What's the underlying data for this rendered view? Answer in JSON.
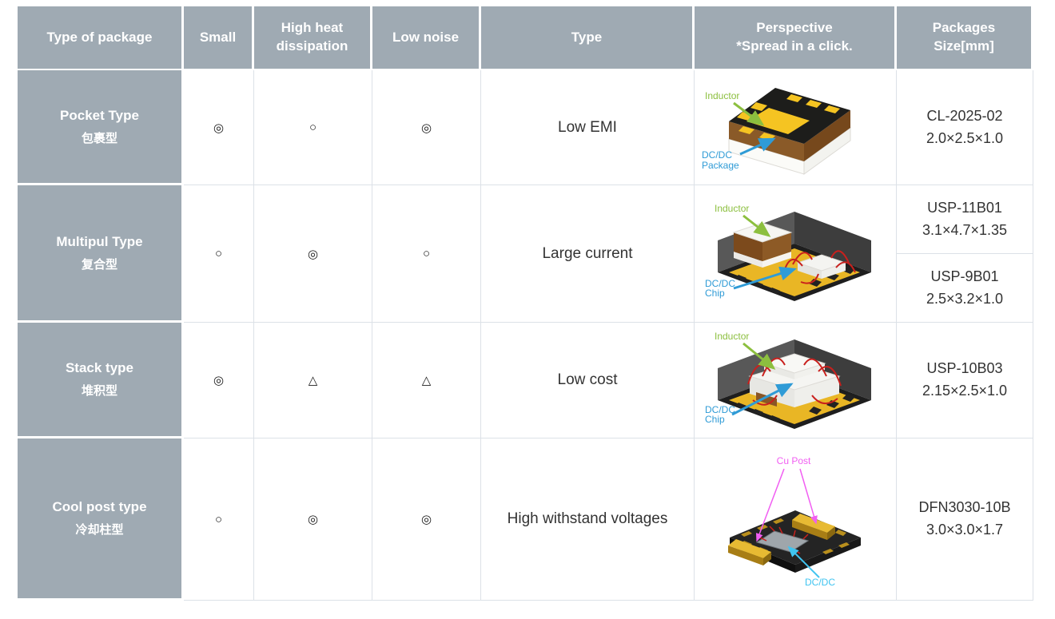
{
  "colors": {
    "header_bg": "#9faab3",
    "grid_line": "#dce1e7",
    "body_text": "#333333",
    "label_green": "#8cbf3f",
    "label_blue": "#2f9bd6",
    "label_magenta": "#f15ef2",
    "label_cyan": "#40c4f0",
    "wire_red": "#c9201d",
    "substrate_yellow": "#e9b625",
    "package_brown": "#8a5a28"
  },
  "table": {
    "headers": [
      "Type of package",
      "Small",
      "High heat\ndissipation",
      "Low noise",
      "Type",
      "Perspective\n*Spread in a click.",
      "Packages\nSize[mm]"
    ],
    "rows": [
      {
        "name_en": "Pocket Type",
        "name_zh": "包裹型",
        "small": "◎",
        "heat": "○",
        "noise": "◎",
        "type": "Low EMI",
        "image": {
          "part_label": "Inductor",
          "chip_label_1": "DC/DC",
          "chip_label_2": "Package"
        },
        "sizes": [
          {
            "model": "CL-2025-02",
            "dims": "2.0×2.5×1.0"
          }
        ]
      },
      {
        "name_en": "Multipul Type",
        "name_zh": "复合型",
        "small": "○",
        "heat": "◎",
        "noise": "○",
        "type": "Large current",
        "image": {
          "part_label": "Inductor",
          "chip_label_1": "DC/DC",
          "chip_label_2": "Chip"
        },
        "sizes": [
          {
            "model": "USP-11B01",
            "dims": "3.1×4.7×1.35"
          },
          {
            "model": "USP-9B01",
            "dims": "2.5×3.2×1.0"
          }
        ]
      },
      {
        "name_en": "Stack type",
        "name_zh": "堆积型",
        "small": "◎",
        "heat": "△",
        "noise": "△",
        "type": "Low cost",
        "image": {
          "part_label": "Inductor",
          "chip_label_1": "DC/DC",
          "chip_label_2": "Chip"
        },
        "sizes": [
          {
            "model": "USP-10B03",
            "dims": "2.15×2.5×1.0"
          }
        ]
      },
      {
        "name_en": "Cool post type",
        "name_zh": "冷却柱型",
        "small": "○",
        "heat": "◎",
        "noise": "◎",
        "type": "High withstand voltages",
        "image": {
          "part_label": "Cu Post",
          "chip_label_1": "DC/DC",
          "chip_label_2": ""
        },
        "sizes": [
          {
            "model": "DFN3030-10B",
            "dims": "3.0×3.0×1.7"
          }
        ]
      }
    ]
  }
}
